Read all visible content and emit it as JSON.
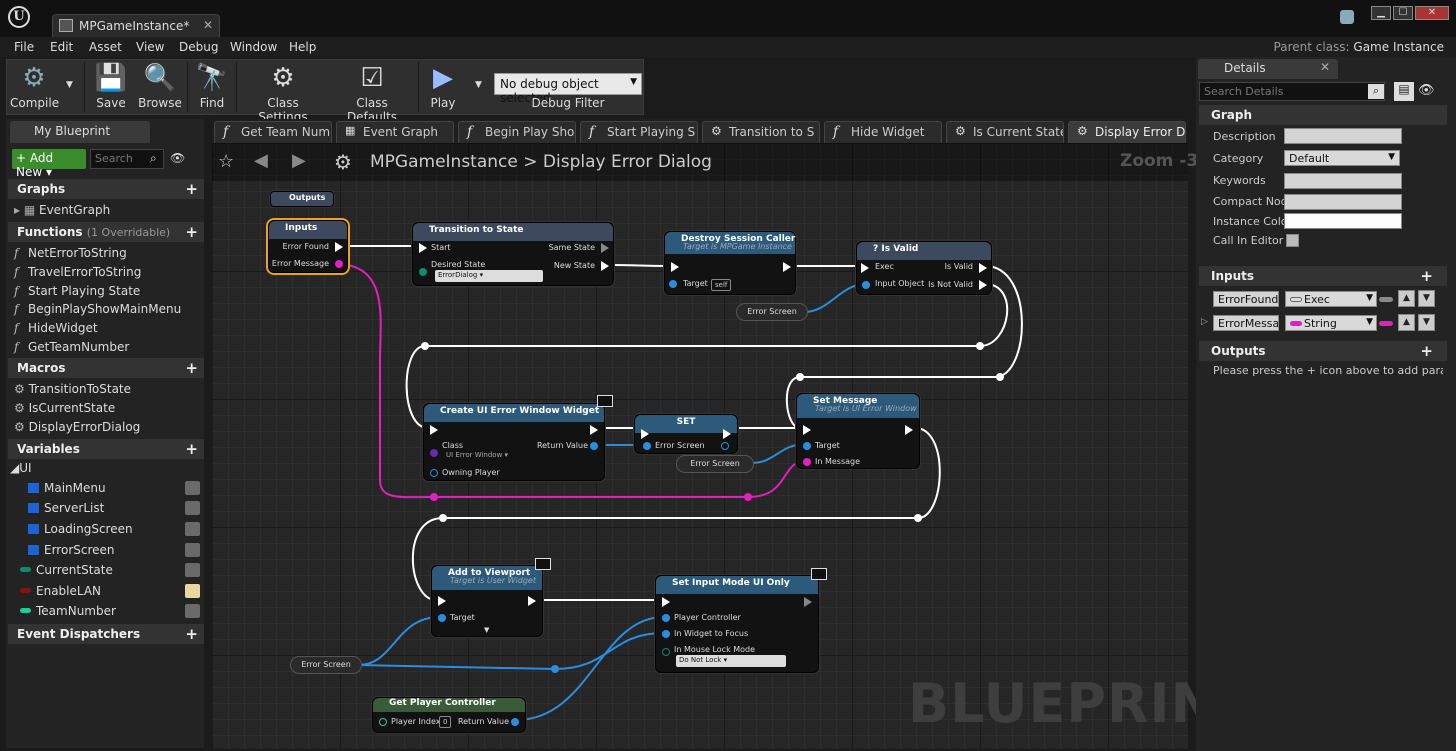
{
  "window": {
    "tab_title": "MPGameInstance*",
    "logo": "U"
  },
  "menu": [
    "File",
    "Edit",
    "Asset",
    "View",
    "Debug",
    "Window",
    "Help"
  ],
  "parent_class": {
    "label": "Parent class:",
    "value": "Game Instance"
  },
  "toolbar": {
    "compile": "Compile",
    "save": "Save",
    "browse": "Browse",
    "find": "Find",
    "class_settings": "Class Settings",
    "class_defaults": "Class Defaults",
    "play": "Play",
    "debug_select": "No debug object selected",
    "debug_filter": "Debug Filter"
  },
  "my_blueprint": {
    "tab": "My Blueprint",
    "add_new": "Add New",
    "search_placeholder": "Search",
    "graphs_header": "Graphs",
    "graphs": [
      "EventGraph"
    ],
    "functions_header": "Functions",
    "functions_note": "(1 Overridable)",
    "functions": [
      "NetErrorToString",
      "TravelErrorToString",
      "Start Playing State",
      "BeginPlayShowMainMenu",
      "HideWidget",
      "GetTeamNumber"
    ],
    "macros_header": "Macros",
    "macros": [
      "TransitionToState",
      "IsCurrentState",
      "DisplayErrorDialog"
    ],
    "variables_header": "Variables",
    "var_category": "UI",
    "variables": [
      {
        "name": "MainMenu",
        "color": "#1e63d6"
      },
      {
        "name": "ServerList",
        "color": "#1e63d6"
      },
      {
        "name": "LoadingScreen",
        "color": "#1e63d6"
      },
      {
        "name": "ErrorScreen",
        "color": "#1e63d6"
      },
      {
        "name": "CurrentState",
        "color": "#0f8a6a"
      },
      {
        "name": "EnableLAN",
        "color": "#8a0f0f"
      },
      {
        "name": "TeamNumber",
        "color": "#1fcf9a"
      }
    ],
    "event_dispatchers": "Event Dispatchers"
  },
  "graph_tabs": [
    "Get Team Num",
    "Event Graph",
    "Begin Play Sho",
    "Start Playing S",
    "Transition to S",
    "Hide Widget",
    "Is Current State",
    "Display Error D"
  ],
  "graph": {
    "breadcrumb_root": "MPGameInstance",
    "breadcrumb_sep": ">",
    "breadcrumb_current": "Display Error Dialog",
    "zoom": "Zoom -3",
    "watermark": "BLUEPRINT",
    "nodes": {
      "outputs": "Outputs",
      "inputs": {
        "title": "Inputs",
        "error_found": "Error Found",
        "error_message": "Error Message"
      },
      "transition": {
        "title": "Transition to State",
        "start": "Start",
        "desired": "Desired State",
        "desired_value": "ErrorDialog",
        "same": "Same State",
        "new": "New State"
      },
      "destroy": {
        "title": "Destroy Session Caller",
        "sub": "Target is MPGame Instance",
        "target": "Target",
        "self": "self"
      },
      "isvalid": {
        "title": "? Is Valid",
        "exec": "Exec",
        "input": "Input Object",
        "valid": "Is Valid",
        "notvalid": "Is Not Valid"
      },
      "errscreen1": "Error Screen",
      "create": {
        "title": "Create UI Error Window Widget",
        "class": "Class",
        "class_value": "UI Error Window",
        "owning": "Owning Player",
        "ret": "Return Value"
      },
      "set": {
        "title": "SET",
        "err": "Error Screen"
      },
      "errscreen2": "Error Screen",
      "setmsg": {
        "title": "Set Message",
        "sub": "Target is UI Error Window",
        "target": "Target",
        "inmsg": "In Message"
      },
      "addvp": {
        "title": "Add to Viewport",
        "sub": "Target is User Widget",
        "target": "Target"
      },
      "setinput": {
        "title": "Set Input Mode UI Only",
        "pc": "Player Controller",
        "focus": "In Widget to Focus",
        "lock": "In Mouse Lock Mode",
        "lock_value": "Do Not Lock"
      },
      "errscreen3": "Error Screen",
      "getpc": {
        "title": "Get Player Controller",
        "index": "Player Index",
        "index_value": "0",
        "ret": "Return Value"
      }
    }
  },
  "details": {
    "tab": "Details",
    "search_placeholder": "Search Details",
    "graph_header": "Graph",
    "graph_fields": [
      "Description",
      "Category",
      "Keywords",
      "Compact Node",
      "Instance Color",
      "Call In Editor"
    ],
    "category_value": "Default",
    "inputs_header": "Inputs",
    "inputs": [
      {
        "name": "ErrorFound",
        "type": "Exec"
      },
      {
        "name": "ErrorMessag",
        "type": "String"
      }
    ],
    "outputs_header": "Outputs",
    "outputs_hint": "Please press the + icon above to add parameter"
  }
}
